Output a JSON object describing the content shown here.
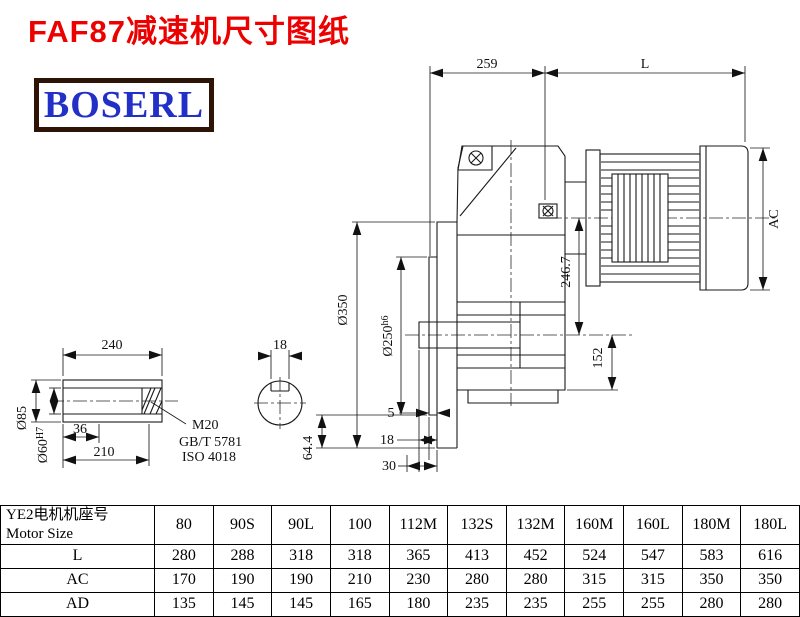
{
  "page": {
    "title": "FAF87减速机尺寸图纸",
    "logo": "BOSERL"
  },
  "colors": {
    "title_red": "#ec0000",
    "logo_blue": "#2230c8",
    "logo_border": "#2e1407",
    "line_black": "#1a1a1a"
  },
  "drawing": {
    "main_view": {
      "dim_width_259": "259",
      "dim_motor_length": "L",
      "dim_motor_dia": "AC",
      "dim_center_height": "246.7",
      "dim_flange_dia": "Ø350",
      "dim_spigot_dia": "Ø250",
      "dim_spigot_tol": "h6",
      "dim_under_height": "152",
      "dim_face_5": "5",
      "dim_face_18": "18",
      "dim_face_30": "30",
      "dim_64_4": "64.4"
    },
    "shaft_view": {
      "dim_length_240": "240",
      "dim_keyway_18": "18",
      "dim_outer_dia": "Ø85",
      "dim_bore_dia": "Ø60",
      "dim_bore_tol": "H7",
      "dim_hub_36": "36",
      "dim_hub_210": "210",
      "thread_label": "M20",
      "standard_1": "GB/T 5781",
      "standard_2": "ISO 4018"
    }
  },
  "table": {
    "header_cn": "YE2电机机座号",
    "header_en": "Motor Size",
    "sizes": [
      "80",
      "90S",
      "90L",
      "100",
      "112M",
      "132S",
      "132M",
      "160M",
      "160L",
      "180M",
      "180L"
    ],
    "rows": [
      {
        "label": "L",
        "values": [
          "280",
          "288",
          "318",
          "318",
          "365",
          "413",
          "452",
          "524",
          "547",
          "583",
          "616"
        ]
      },
      {
        "label": "AC",
        "values": [
          "170",
          "190",
          "190",
          "210",
          "230",
          "280",
          "280",
          "315",
          "315",
          "350",
          "350"
        ]
      },
      {
        "label": "AD",
        "values": [
          "135",
          "145",
          "145",
          "165",
          "180",
          "235",
          "235",
          "255",
          "255",
          "280",
          "280"
        ]
      }
    ]
  }
}
